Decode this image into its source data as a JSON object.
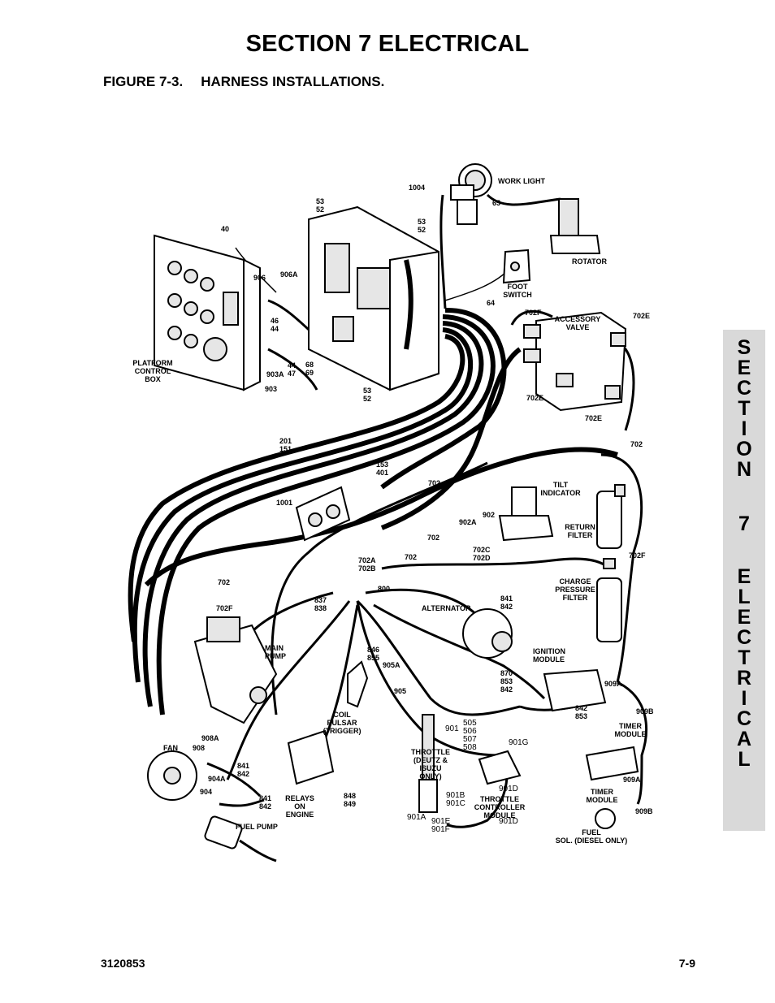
{
  "header": {
    "section_title": "SECTION 7  ELECTRICAL",
    "figure_number": "FIGURE 7-3.",
    "figure_title": "HARNESS INSTALLATIONS."
  },
  "side_tab": {
    "letters": [
      "S",
      "E",
      "C",
      "T",
      "I",
      "O",
      "N",
      "7",
      "E",
      "L",
      "E",
      "C",
      "T",
      "R",
      "I",
      "C",
      "A",
      "L"
    ]
  },
  "footer": {
    "document_number": "3120853",
    "page_number": "7-9"
  },
  "diagram": {
    "labels": {
      "work_light": "WORK LIGHT",
      "w1004": "1004",
      "w65": "65",
      "rotator": "ROTATOR",
      "w53_52_top": [
        "53",
        "52"
      ],
      "w53_52_right": [
        "53",
        "52"
      ],
      "w40": "40",
      "w906": "906",
      "w906a": "906A",
      "w46_44": [
        "46",
        "44"
      ],
      "w44_47": [
        "44",
        "47"
      ],
      "w68_69": [
        "68",
        "69"
      ],
      "w53_52_bottom": [
        "53",
        "52"
      ],
      "w903a": "903A",
      "w903": "903",
      "platform_control_box": [
        "PLATFORM",
        "CONTROL",
        "BOX"
      ],
      "foot_switch": [
        "FOOT",
        "SWITCH"
      ],
      "w64": "64",
      "w702f_top": "702F",
      "accessory_valve": [
        "ACCESSORY",
        "VALVE"
      ],
      "w702e_right": "702E",
      "w702e_left": "702E",
      "w702e_bottom": "702E",
      "w201_151": [
        "201",
        "151"
      ],
      "w153_401": [
        "153",
        "401"
      ],
      "w702_right": "702",
      "w702_mid": "702",
      "tilt_indicator": [
        "TILT",
        "INDICATOR"
      ],
      "w1001": "1001",
      "w902": "902",
      "w902a": "902A",
      "return_filter": [
        "RETURN",
        "FILTER"
      ],
      "w702_a": "702",
      "w702c_702d": [
        "702C",
        "702D"
      ],
      "w702_b": "702",
      "w702f_right": "702F",
      "w702_left": "702",
      "w702a_702b": [
        "702A",
        "702B"
      ],
      "w800": "800",
      "charge_pressure_filter": [
        "CHARGE",
        "PRESSURE",
        "FILTER"
      ],
      "w837_838": [
        "837",
        "838"
      ],
      "alternator": "ALTERNATOR",
      "w841_842_alt": [
        "841",
        "842"
      ],
      "w702f_pump": "702F",
      "main_pump": [
        "MAIN",
        "PUMP"
      ],
      "w846_855": [
        "846",
        "855"
      ],
      "w905a": "905A",
      "ignition_module": [
        "IGNITION",
        "MODULE"
      ],
      "w870_853_842": [
        "870",
        "853",
        "842"
      ],
      "w909a_top": "909A",
      "w905": "905",
      "w842_853": [
        "842",
        "853"
      ],
      "w909b_top": "909B",
      "coil_pulsar": [
        "COIL",
        "PULSAR",
        "(TRIGGER)"
      ],
      "w505_508": [
        "505",
        "506",
        "507",
        "508"
      ],
      "timer_module_top": [
        "TIMER",
        "MODULE"
      ],
      "w908a": "908A",
      "fan": "FAN",
      "w908": "908",
      "w901": "901",
      "w901g": "901G",
      "throttle_note": [
        "THROTTLE",
        "(DEUTZ &",
        "ISUZU",
        "ONLY)"
      ],
      "w841_842_fan": [
        "841",
        "842"
      ],
      "w904a": "904A",
      "w904": "904",
      "w841_842_fp": [
        "841",
        "842"
      ],
      "relays_on_engine": [
        "RELAYS",
        "ON",
        "ENGINE"
      ],
      "w848_849": [
        "848",
        "849"
      ],
      "w901d_a": "901D",
      "w901b_901c": [
        "901B",
        "901C"
      ],
      "throttle_controller": [
        "THROTTLE",
        "CONTROLLER",
        "MODULE"
      ],
      "w909a_bottom": "909A",
      "timer_module_bottom": [
        "TIMER",
        "MODULE"
      ],
      "w909b_bottom": "909B",
      "w901a": "901A",
      "w901e_901f": [
        "901E",
        "901F"
      ],
      "w901d_b": "901D",
      "fuel_pump": "FUEL PUMP",
      "fuel_sol": [
        "FUEL",
        "SOL. (DIESEL ONLY)"
      ]
    }
  }
}
